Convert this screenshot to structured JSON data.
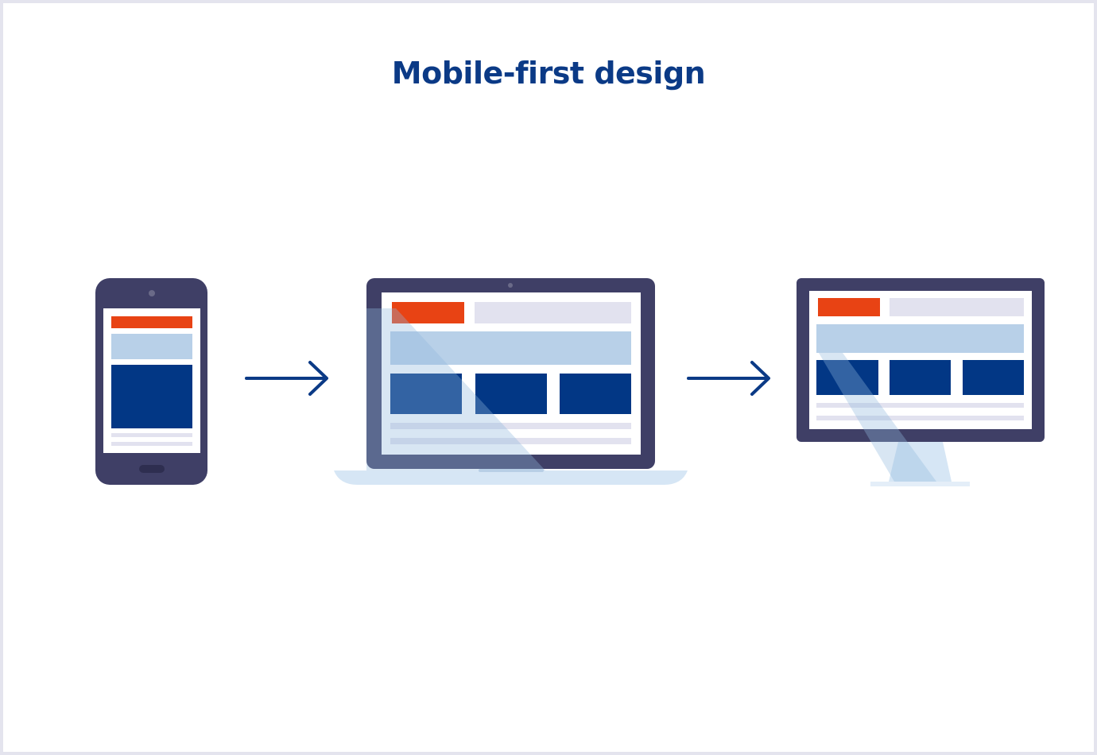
{
  "title": "Mobile-first design",
  "colors": {
    "frame": "#3f3f66",
    "accent_orange": "#e84314",
    "light_blue": "#b8d0e8",
    "dark_blue": "#023785",
    "light_gray": "#e2e2ef",
    "title": "#0b3a86",
    "device_base": "#d6e6f5"
  },
  "devices": [
    "phone",
    "laptop",
    "desktop-monitor"
  ]
}
